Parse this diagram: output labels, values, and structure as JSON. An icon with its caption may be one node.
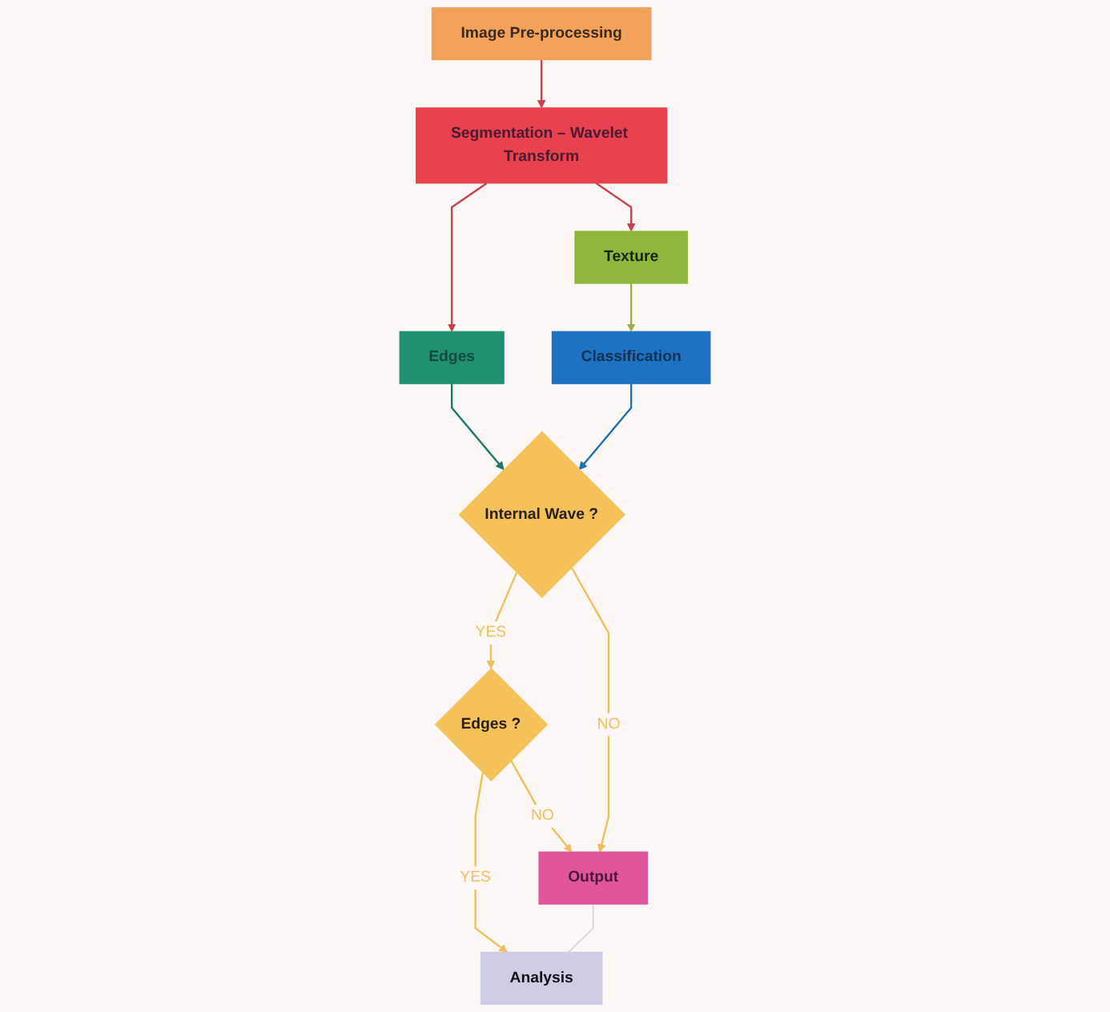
{
  "diagram": {
    "nodes": [
      {
        "text": [
          "Image Pre-processing"
        ]
      },
      {
        "text": [
          "Segmentation – Wavelet Transform"
        ]
      },
      {
        "text": [
          "Edges"
        ]
      },
      {
        "text": [
          "Texture"
        ]
      },
      {
        "text": [
          "Analysis"
        ]
      },
      {
        "text": [
          "Classification"
        ]
      },
      {
        "text": [
          "Edges ?"
        ]
      },
      {
        "text": [
          "Output"
        ]
      },
      {
        "text": [
          "Internal Wave ?"
        ]
      }
    ],
    "edges": [
      {
        "from": 0,
        "to": 1,
        "arrow": "to",
        "color": "#c8404a"
      },
      {
        "from": 1,
        "to": 2,
        "arrow": "to",
        "color": "#c8404a"
      },
      {
        "from": 1,
        "to": 3,
        "arrow": "to",
        "color": "#c8404a"
      },
      {
        "from": 2,
        "to": 8,
        "arrow": "to",
        "color": "#1a7a6a"
      },
      {
        "from": 3,
        "to": 5,
        "arrow": "to",
        "color": "#9ab040"
      },
      {
        "from": 5,
        "to": 8,
        "arrow": "to",
        "color": "#1f6fb5"
      },
      {
        "from": 8,
        "to": 6,
        "arrow": "to",
        "label": "YES",
        "color": "#f0c060"
      },
      {
        "from": 6,
        "to": 4,
        "arrow": "to",
        "label": "YES",
        "color": "#f0c060"
      },
      {
        "from": 6,
        "to": 7,
        "arrow": "to",
        "label": "NO",
        "color": "#f0c060"
      },
      {
        "from": 8,
        "to": 7,
        "arrow": "to",
        "label": "NO",
        "color": "#f0c060"
      },
      {
        "from": 7,
        "to": 4,
        "arrow": "none",
        "color": "#dcdcdc"
      }
    ]
  }
}
